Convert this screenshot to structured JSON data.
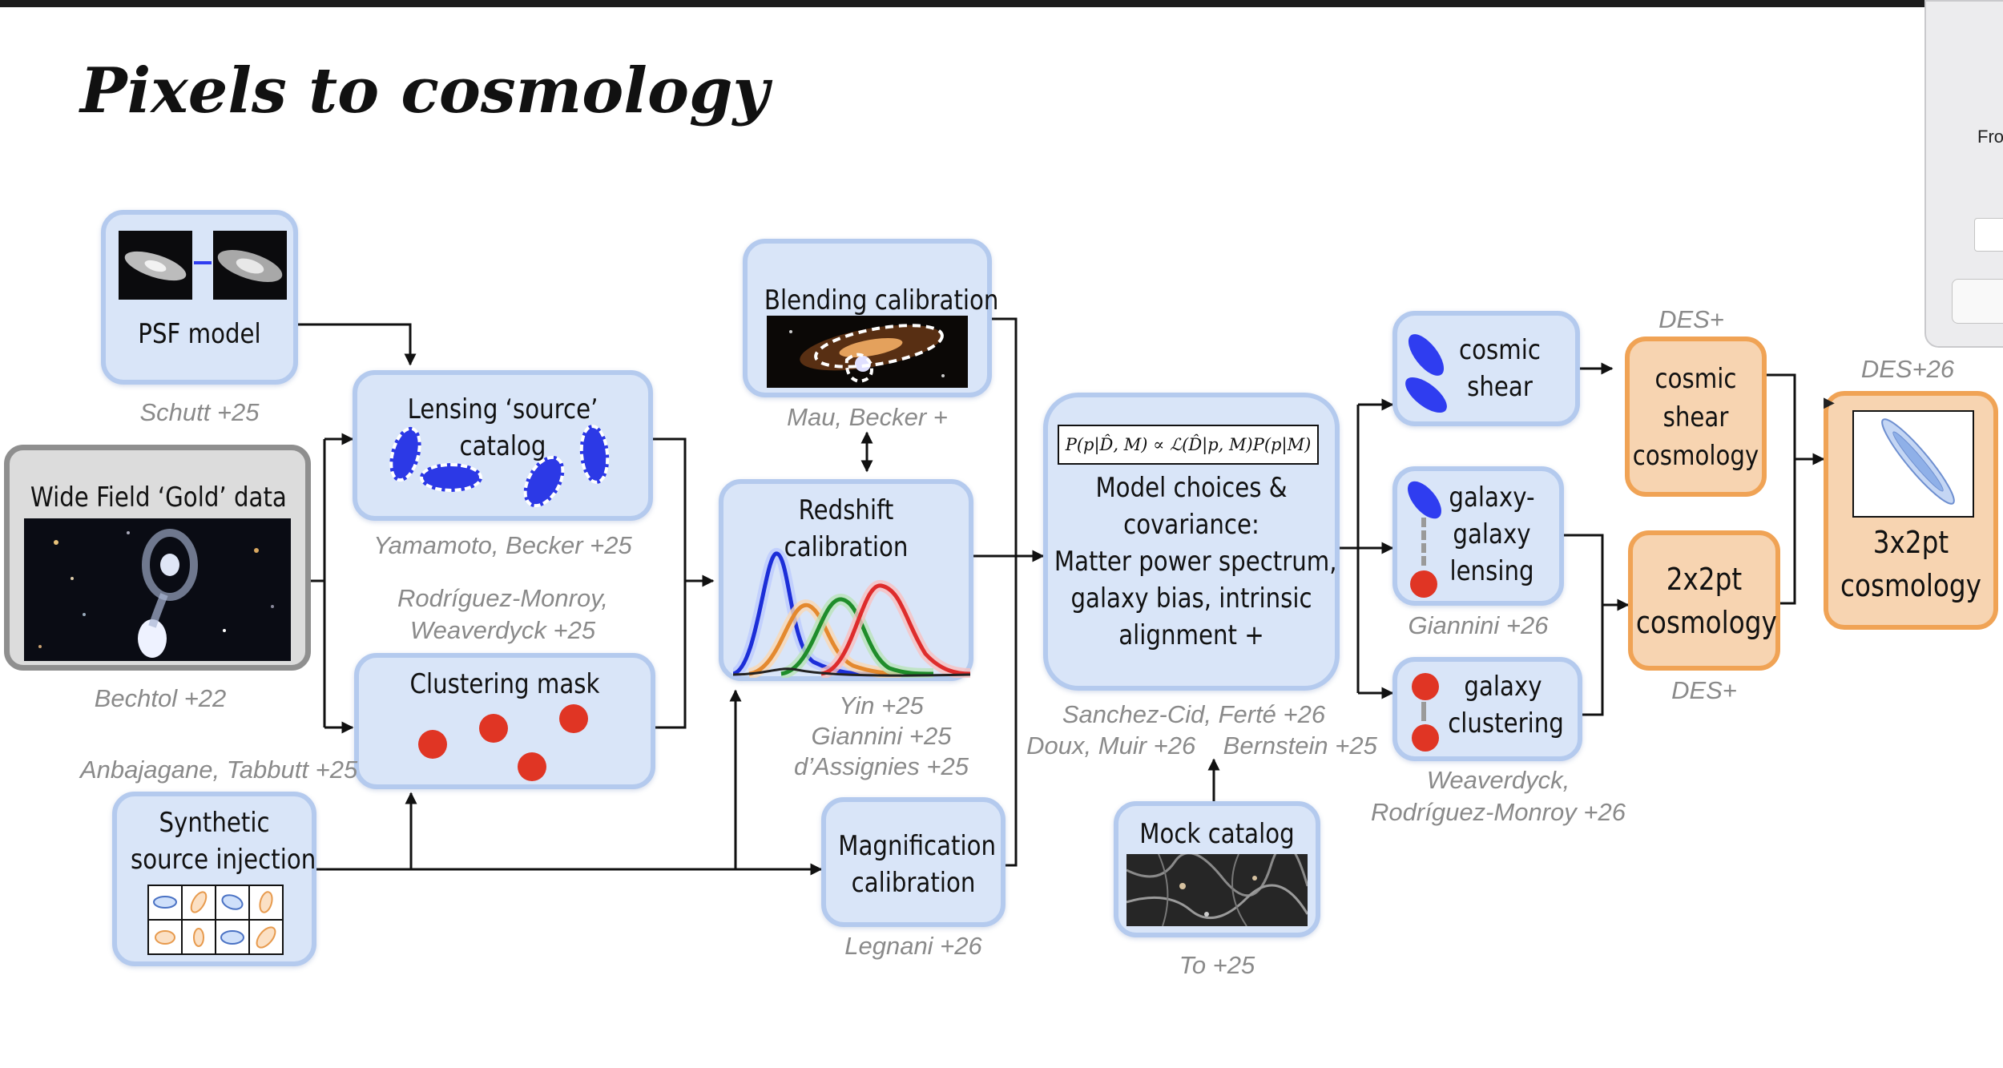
{
  "slide": {
    "title": "Pixels to cosmology"
  },
  "nodes": {
    "psf": "PSF model",
    "gold": "Wide Field ‘Gold’ data",
    "lensing": [
      "Lensing ‘source’",
      "catalog"
    ],
    "mask": "Clustering mask",
    "synthetic": [
      "Synthetic",
      "source injection"
    ],
    "blending": "Blending calibration",
    "redshift": [
      "Redshift",
      "calibration"
    ],
    "magnification": [
      "Magnification",
      "calibration"
    ],
    "model_formula": "P(p|D̂, M) ∝ ℒ(D̂|p, M)P(p|M)",
    "model": [
      "Model choices &",
      "covariance:",
      "Matter power spectrum,",
      "galaxy bias, intrinsic",
      "alignment +"
    ],
    "mock": "Mock catalog",
    "cosmic_shear": [
      "cosmic",
      "shear"
    ],
    "ggl": [
      "galaxy-",
      "galaxy",
      "lensing"
    ],
    "clustering": [
      "galaxy",
      "clustering"
    ],
    "cs_cosmo": [
      "cosmic",
      "shear",
      "cosmology"
    ],
    "two_pt": [
      "2x2pt",
      "cosmology"
    ],
    "three_pt": [
      "3x2pt",
      "cosmology"
    ]
  },
  "citations": {
    "psf": "Schutt +25",
    "gold": "Bechtol +22",
    "lensing": "Yamamoto, Becker +25",
    "rodriguez": [
      "Rodríguez-Monroy,",
      "Weaverdyck +25"
    ],
    "synthetic": "Anbajagane, Tabbutt +25",
    "blending": "Mau, Becker +",
    "redshift": [
      "Yin +25",
      "Giannini +25",
      "d’Assignies +25"
    ],
    "magnification": "Legnani +26",
    "model_1": "Sanchez-Cid, Ferté +26",
    "model_2": "Doux, Muir +26    Bernstein +25",
    "mock": "To +25",
    "ggl": "Giannini +26",
    "clustering": [
      "Weaverdyck,",
      "Rodríguez-Monroy +26"
    ],
    "cs_cosmo": "DES+",
    "two_pt": "DES+",
    "three_pt": "DES+26"
  },
  "side_panel": {
    "text": "Fro"
  },
  "colors": {
    "box_fill": "#d9e5f8",
    "box_border": "#b4caee",
    "orange_fill": "#f7d4b1",
    "orange_border": "#f0a355",
    "red_dot": "#e03524",
    "blue_galaxy": "#2f3df0"
  }
}
